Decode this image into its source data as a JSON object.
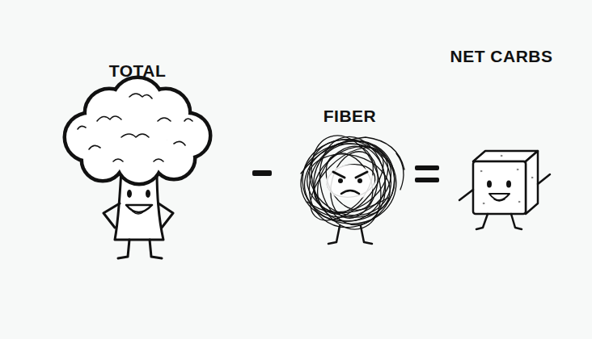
{
  "diagram": {
    "nodes": [
      {
        "text": [
          "TOTAL"
        ]
      },
      {
        "text": [
          "FIBER"
        ]
      },
      {
        "text": [
          "NET CARBS"
        ]
      }
    ]
  }
}
